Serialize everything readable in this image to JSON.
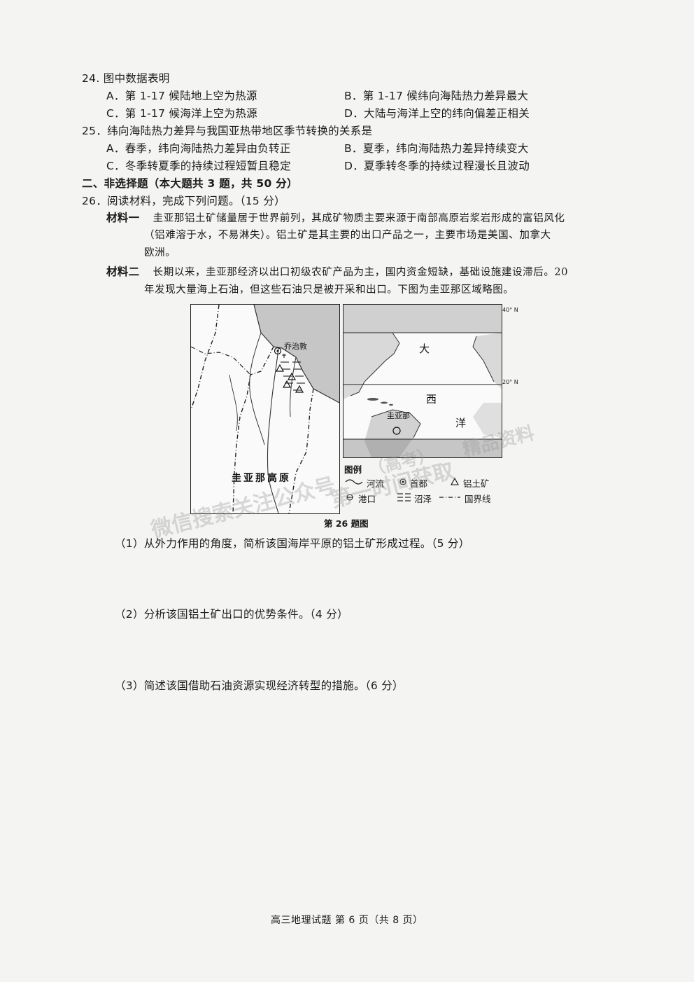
{
  "q24": {
    "stem": "24. 图中数据表明",
    "a": "A．第 1-17 候陆地上空为热源",
    "b": "B．第 1-17 候纬向海陆热力差异最大",
    "c": "C．第 1-17 候海洋上空为热源",
    "d": "D．大陆与海洋上空的纬向偏差正相关"
  },
  "q25": {
    "stem": "25．纬向海陆热力差异与我国亚热带地区季节转换的关系是",
    "a": "A．春季，纬向海陆热力差异由负转正",
    "b": "B．夏季，纬向海陆热力差异持续变大",
    "c": "C．冬季转夏季的持续过程短暂且稳定",
    "d": "D．夏季转冬季的持续过程漫长且波动"
  },
  "section2": "二、非选择题（本大题共 3 题，共 50 分）",
  "q26": {
    "stem": "26．阅读材料，完成下列问题。（15 分）",
    "m1_label": "材料一",
    "m1_l1": "圭亚那铝土矿储量居于世界前列，其成矿物质主要来源于南部高原岩浆岩形成的富铝风化",
    "m1_l2": "（铝难溶于水，不易淋失）。铝土矿是其主要的出口产品之一，主要市场是美国、加拿大",
    "m1_l3": "欧洲。",
    "m2_label": "材料二",
    "m2_l1": "长期以来，圭亚那经济以出口初级农矿产品为主，国内资金短缺，基础设施建设滞后。20",
    "m2_l2": "年发现大量海上石油，但这些石油只是被开采和出口。下图为圭亚那区域略图。",
    "map": {
      "city": "乔治敦",
      "plateau": "圭亚那高原",
      "ocean_1": "大",
      "ocean_2": "西",
      "ocean_3": "洋",
      "country": "圭亚那",
      "lat_40": "40° N",
      "lat_20": "20° N",
      "legend_title": "图例",
      "legend_river": "河流",
      "legend_capital": "首都",
      "legend_bauxite": "铝土矿",
      "legend_port": "港口",
      "legend_swamp": "沼泽",
      "legend_border": "国界线"
    },
    "caption": "第 26 题图",
    "sub1": "（1）从外力作用的角度，简析该国海岸平原的铝土矿形成过程。（5 分）",
    "sub2": "（2）分析该国铝土矿出口的优势条件。（4 分）",
    "sub3": "（3）简述该国借助石油资源实现经济转型的措施。（6 分）"
  },
  "footer": "高三地理试题 第 6 页（共 8 页）",
  "watermarks": {
    "w1": "微信搜索关注公众号",
    "w2": "第一时间获取",
    "w3": "（高考）",
    "w4": "精品资料"
  }
}
